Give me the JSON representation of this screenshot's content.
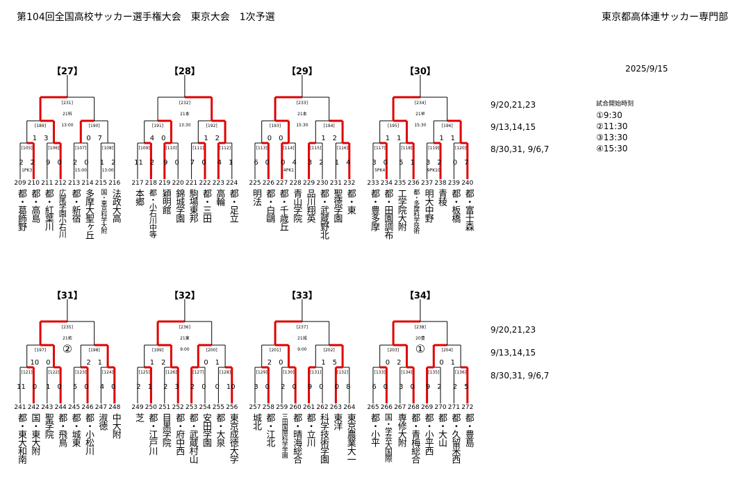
{
  "header": {
    "title": "第104回全国高校サッカー選手権大会　東京大会　1次予選",
    "org": "東京都高体連サッカー専門部",
    "date": "2025/9/15"
  },
  "schedule": [
    "9/20,21,23",
    "9/13,14,15",
    "8/30,31, 9/6,7"
  ],
  "legend": {
    "title": "試合開始時刻",
    "items": [
      "①9:30",
      "②11:30",
      "③13:30",
      "④15:30"
    ]
  },
  "blocks": [
    {
      "id": "【27】",
      "final": {
        "no": "[231]",
        "info1": "21科",
        "info2": "13:00"
      },
      "semis": [
        {
          "no": "[189]",
          "score": "1　3"
        },
        {
          "no": "[190]",
          "score": "0　7"
        }
      ],
      "qf": [
        {
          "no": "[105]",
          "score": "2　2",
          "note": "1PK3"
        },
        {
          "no": "[106]",
          "score": "9　0",
          "note": ""
        },
        {
          "no": "[107]",
          "score": "2　0",
          "note": "15:00"
        },
        {
          "no": "[108]",
          "score": "1　2",
          "note": "13:00"
        }
      ],
      "teams": [
        {
          "num": "209",
          "name": "都・葛飾野"
        },
        {
          "num": "210",
          "name": "都・高島"
        },
        {
          "num": "211",
          "name": "都・紅葉川"
        },
        {
          "num": "212",
          "name": "広尾学園小石川"
        },
        {
          "num": "213",
          "name": "都・新宿"
        },
        {
          "num": "214",
          "name": "多摩大聖ヶ丘"
        },
        {
          "num": "215",
          "name": "国・東京科学大附"
        },
        {
          "num": "216",
          "name": "法政大高"
        }
      ]
    },
    {
      "id": "【28】",
      "final": {
        "no": "[232]",
        "info1": "21本",
        "info2": "13:30"
      },
      "semis": [
        {
          "no": "[191]",
          "score": "4　0"
        },
        {
          "no": "[192]",
          "score": "1　2"
        }
      ],
      "qf": [
        {
          "no": "[109]",
          "score": "11　2",
          "note": ""
        },
        {
          "no": "[110]",
          "score": "9　0",
          "note": ""
        },
        {
          "no": "[111]",
          "score": "7　0",
          "note": ""
        },
        {
          "no": "[112]",
          "score": "4　1",
          "note": ""
        }
      ],
      "teams": [
        {
          "num": "217",
          "name": "本郷"
        },
        {
          "num": "218",
          "name": "都・小石川中等"
        },
        {
          "num": "219",
          "name": "穎明館"
        },
        {
          "num": "220",
          "name": "錦城学園"
        },
        {
          "num": "221",
          "name": "駒場東邦"
        },
        {
          "num": "222",
          "name": "都・三田"
        },
        {
          "num": "223",
          "name": "高輪"
        },
        {
          "num": "224",
          "name": "都・足立"
        }
      ]
    },
    {
      "id": "【29】",
      "final": {
        "no": "[233]",
        "info1": "21本",
        "info2": "15:30"
      },
      "semis": [
        {
          "no": "[193]",
          "score": "0　0"
        },
        {
          "no": "[194]",
          "score": "1　2"
        }
      ],
      "qf": [
        {
          "no": "[113]",
          "score": "6　0",
          "note": ""
        },
        {
          "no": "[114]",
          "score": "0　4",
          "note": "4PK1"
        },
        {
          "no": "[115]",
          "score": "3　2",
          "note": ""
        },
        {
          "no": "[116]",
          "score": "1　4",
          "note": ""
        }
      ],
      "teams": [
        {
          "num": "225",
          "name": "明法"
        },
        {
          "num": "226",
          "name": "都・白鷗"
        },
        {
          "num": "227",
          "name": "都・千歳丘"
        },
        {
          "num": "228",
          "name": "青山学院"
        },
        {
          "num": "229",
          "name": "品川翔英"
        },
        {
          "num": "230",
          "name": "都・武蔵野北"
        },
        {
          "num": "231",
          "name": "聖徳学園"
        },
        {
          "num": "232",
          "name": "都・東"
        }
      ]
    },
    {
      "id": "【30】",
      "final": {
        "no": "[234]",
        "info1": "21早",
        "info2": "15:30"
      },
      "semis": [
        {
          "no": "[195]",
          "score": "1　1"
        },
        {
          "no": "[196]",
          "score": "1　1"
        }
      ],
      "qf": [
        {
          "no": "[117]",
          "score": "3　0",
          "note": "5PK4"
        },
        {
          "no": "[118]",
          "score": "5　1",
          "note": ""
        },
        {
          "no": "[119]",
          "score": "3　2",
          "note": "9PK10"
        },
        {
          "no": "[120]",
          "score": "0　7",
          "note": ""
        }
      ],
      "teams": [
        {
          "num": "233",
          "name": "都・豊多摩"
        },
        {
          "num": "234",
          "name": "都・田園調布"
        },
        {
          "num": "235",
          "name": "工学院大附"
        },
        {
          "num": "236",
          "name": "都・多摩科学技術"
        },
        {
          "num": "237",
          "name": "明大中野"
        },
        {
          "num": "238",
          "name": "青稜"
        },
        {
          "num": "239",
          "name": "都・板橋"
        },
        {
          "num": "240",
          "name": "都・富士森"
        }
      ]
    },
    {
      "id": "【31】",
      "final": {
        "no": "[235]",
        "info1": "21拓",
        "info2": "②"
      },
      "semis": [
        {
          "no": "[197]",
          "score": "10　0"
        },
        {
          "no": "[198]",
          "score": "2　1"
        }
      ],
      "qf": [
        {
          "no": "[121]",
          "score": "11　0",
          "note": ""
        },
        {
          "no": "[122]",
          "score": "1　0",
          "note": ""
        },
        {
          "no": "[123]",
          "score": "5　0",
          "note": ""
        },
        {
          "no": "[124]",
          "score": "4　0",
          "note": ""
        }
      ],
      "teams": [
        {
          "num": "241",
          "name": "都・東大和南"
        },
        {
          "num": "242",
          "name": "国・東大附"
        },
        {
          "num": "243",
          "name": "聖学院"
        },
        {
          "num": "244",
          "name": "都・飛鳥"
        },
        {
          "num": "245",
          "name": "都・城東"
        },
        {
          "num": "246",
          "name": "都・小松川"
        },
        {
          "num": "247",
          "name": "淑徳"
        },
        {
          "num": "248",
          "name": "中大附"
        }
      ]
    },
    {
      "id": "【32】",
      "final": {
        "no": "[236]",
        "info1": "21東",
        "info2": "9:00"
      },
      "semis": [
        {
          "no": "[199]",
          "score": "1　2"
        },
        {
          "no": "[200]",
          "score": "0　1"
        }
      ],
      "qf": [
        {
          "no": "[125]",
          "score": "2　1",
          "note": ""
        },
        {
          "no": "[126]",
          "score": "2　3",
          "note": ""
        },
        {
          "no": "[127]",
          "score": "2　0",
          "note": ""
        },
        {
          "no": "[128]",
          "score": "0　10",
          "note": ""
        }
      ],
      "teams": [
        {
          "num": "249",
          "name": "芝"
        },
        {
          "num": "250",
          "name": "都・江戸川"
        },
        {
          "num": "251",
          "name": "目黒学院"
        },
        {
          "num": "252",
          "name": "都・府中西"
        },
        {
          "num": "253",
          "name": "都・武蔵村山"
        },
        {
          "num": "254",
          "name": "安田学園"
        },
        {
          "num": "255",
          "name": "都・大泉"
        },
        {
          "num": "256",
          "name": "東京成徳大学"
        }
      ]
    },
    {
      "id": "【33】",
      "final": {
        "no": "[237]",
        "info1": "21城",
        "info2": "9:00"
      },
      "semis": [
        {
          "no": "[201]",
          "score": "2　0"
        },
        {
          "no": "[202]",
          "score": "1　5"
        }
      ],
      "qf": [
        {
          "no": "[129]",
          "score": "3　0",
          "note": ""
        },
        {
          "no": "[130]",
          "score": "2　0",
          "note": ""
        },
        {
          "no": "[131]",
          "score": "9　0",
          "note": ""
        },
        {
          "no": "[132]",
          "score": "0　8",
          "note": ""
        }
      ],
      "teams": [
        {
          "num": "257",
          "name": "城北"
        },
        {
          "num": "258",
          "name": "都・江北"
        },
        {
          "num": "259",
          "name": "三田国際科学学園"
        },
        {
          "num": "260",
          "name": "都・晴海総合"
        },
        {
          "num": "261",
          "name": "都・立川"
        },
        {
          "num": "262",
          "name": "科学技術学園"
        },
        {
          "num": "263",
          "name": "東洋"
        },
        {
          "num": "264",
          "name": "東京農業大一"
        }
      ]
    },
    {
      "id": "【34】",
      "final": {
        "no": "[238]",
        "info1": "20豊",
        "info2": "①"
      },
      "semis": [
        {
          "no": "[203]",
          "score": "0　2"
        },
        {
          "no": "[204]",
          "score": "0　1"
        }
      ],
      "qf": [
        {
          "no": "[133]",
          "score": "6　0",
          "note": ""
        },
        {
          "no": "[134]",
          "score": "3　0",
          "note": ""
        },
        {
          "no": "[135]",
          "score": "9　2",
          "note": ""
        },
        {
          "no": "[136]",
          "score": "2　5",
          "note": ""
        }
      ],
      "teams": [
        {
          "num": "265",
          "name": "都・小平"
        },
        {
          "num": "266",
          "name": "国・学芸大国際"
        },
        {
          "num": "267",
          "name": "専修大附"
        },
        {
          "num": "268",
          "name": "都・青梅総合"
        },
        {
          "num": "269",
          "name": "都・小平西"
        },
        {
          "num": "270",
          "name": "都・大山"
        },
        {
          "num": "271",
          "name": "都・久留米西"
        },
        {
          "num": "272",
          "name": "都・豊島"
        }
      ]
    }
  ],
  "winners": [
    [
      1,
      1,
      3,
      3,
      1,
      0,
      0,
      1
    ],
    [
      1,
      0,
      1,
      0,
      1,
      1,
      1,
      0
    ],
    [
      1,
      0,
      0,
      1,
      1,
      1,
      0,
      1
    ],
    [
      1,
      1,
      1,
      1,
      1,
      1,
      0,
      1
    ],
    [
      1,
      1,
      1,
      1,
      1,
      1,
      0,
      1
    ],
    [
      1,
      1,
      0,
      1,
      1,
      0,
      0,
      1
    ],
    [
      1,
      1,
      0,
      0,
      1,
      1,
      0,
      1
    ],
    [
      1,
      1,
      0,
      1,
      1,
      0,
      0,
      1
    ]
  ]
}
